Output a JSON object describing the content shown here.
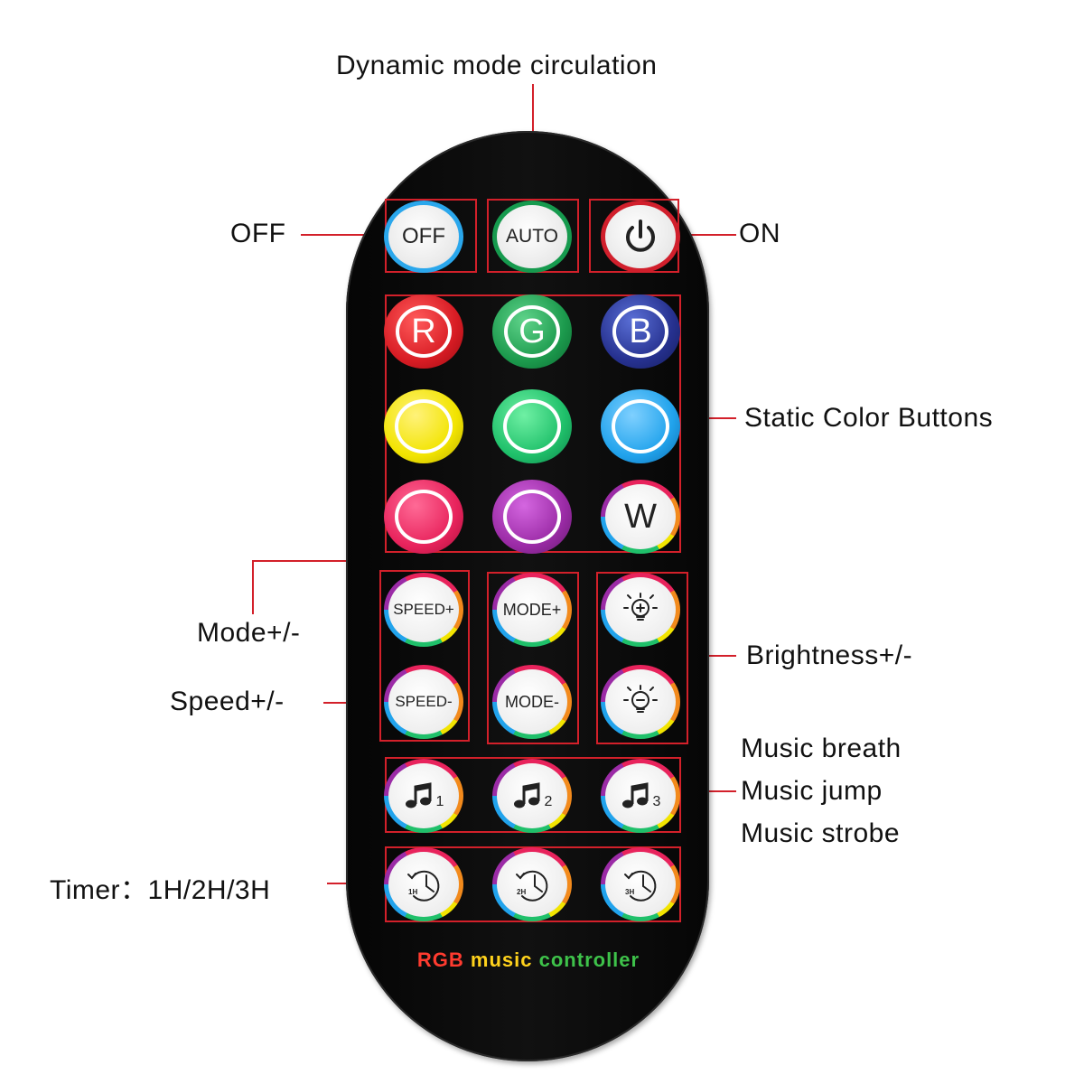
{
  "callouts": {
    "dynamic_mode": "Dynamic mode circulation",
    "off": "OFF",
    "on": "ON",
    "static_colors": "Static Color Buttons",
    "mode": "Mode+/-",
    "speed": "Speed+/-",
    "brightness": "Brightness+/-",
    "music_breath": "Music breath",
    "music_jump": "Music jump",
    "music_strobe": "Music strobe",
    "timer": "Timer：1H/2H/3H"
  },
  "buttons": {
    "off": "OFF",
    "auto": "AUTO",
    "red": "R",
    "green": "G",
    "blue": "B",
    "white": "W",
    "speed_plus": "SPEED+",
    "speed_minus": "SPEED-",
    "mode_plus": "MODE+",
    "mode_minus": "MODE-",
    "music_1": "1",
    "music_2": "2",
    "music_3": "3",
    "timer_1": "1H",
    "timer_2": "2H",
    "timer_3": "3H"
  },
  "brand": {
    "part1": "RGB",
    "part2": "music",
    "part3": "controller"
  },
  "colors": {
    "annotation_red": "#d3202a",
    "static_row2": [
      "#f2e400",
      "#1fc06a",
      "#21a3ec"
    ],
    "static_row3": [
      "#e8235c",
      "#9b2ba6",
      "#ffffff"
    ],
    "brand_rgb": "#ff3b2f",
    "brand_music": "#ffd21c",
    "brand_controller": "#3ec24a"
  },
  "icons": {
    "power": "power-icon",
    "brightness_up": "bulb-plus-icon",
    "brightness_down": "bulb-minus-icon",
    "music_note": "music-note-icon",
    "timer_clock": "timer-clock-icon"
  }
}
